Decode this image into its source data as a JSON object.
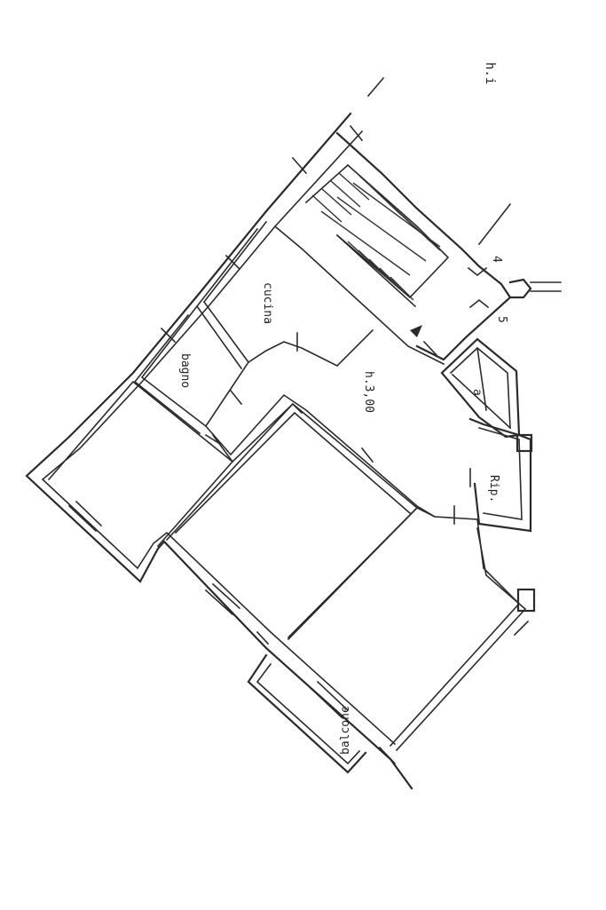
{
  "plan": {
    "header_text": "h.i",
    "rooms": {
      "cucina": "cucina",
      "bagno": "bagno",
      "ripostiglio": "Rip.",
      "balcone": "balcone",
      "shaft": "a"
    },
    "ceiling_height": "h.3,00",
    "stair_marks": {
      "top": "4",
      "bottom": "5"
    }
  }
}
